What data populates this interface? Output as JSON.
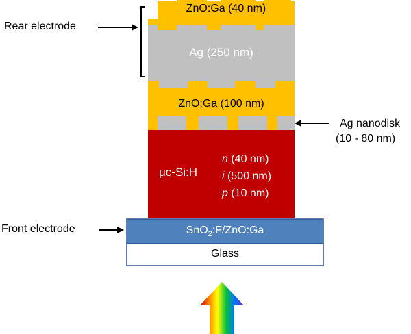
{
  "layers": {
    "zno_top": "ZnO:Ga (40 nm)",
    "ag": "Ag (250 nm)",
    "zno_mid": "ZnO:Ga (100 nm)",
    "si_material": "μc-Si:H",
    "si_n_letter": "n",
    "si_n_value": " (40 nm)",
    "si_i_letter": "i",
    "si_i_value": " (500 nm)",
    "si_p_letter": "p",
    "si_p_value": " (10 nm)",
    "tco_a": "SnO",
    "tco_sub": "2",
    "tco_b": ":F/ZnO:Ga",
    "glass": "Glass"
  },
  "labels": {
    "rear_electrode": "Rear electrode",
    "front_electrode": "Front electrode",
    "ag_nanodisk_line1": "Ag nanodisk",
    "ag_nanodisk_line2": "(10 - 80 nm)"
  },
  "colors": {
    "zno": "#FFC000",
    "ag": "#C0C0C0",
    "silicon": "#C00000",
    "tco": "#4F81BD",
    "tco_border": "#2F528F",
    "glass": "#FFFFFF"
  },
  "icons": {
    "arrow": "rainbow-light-arrow"
  }
}
